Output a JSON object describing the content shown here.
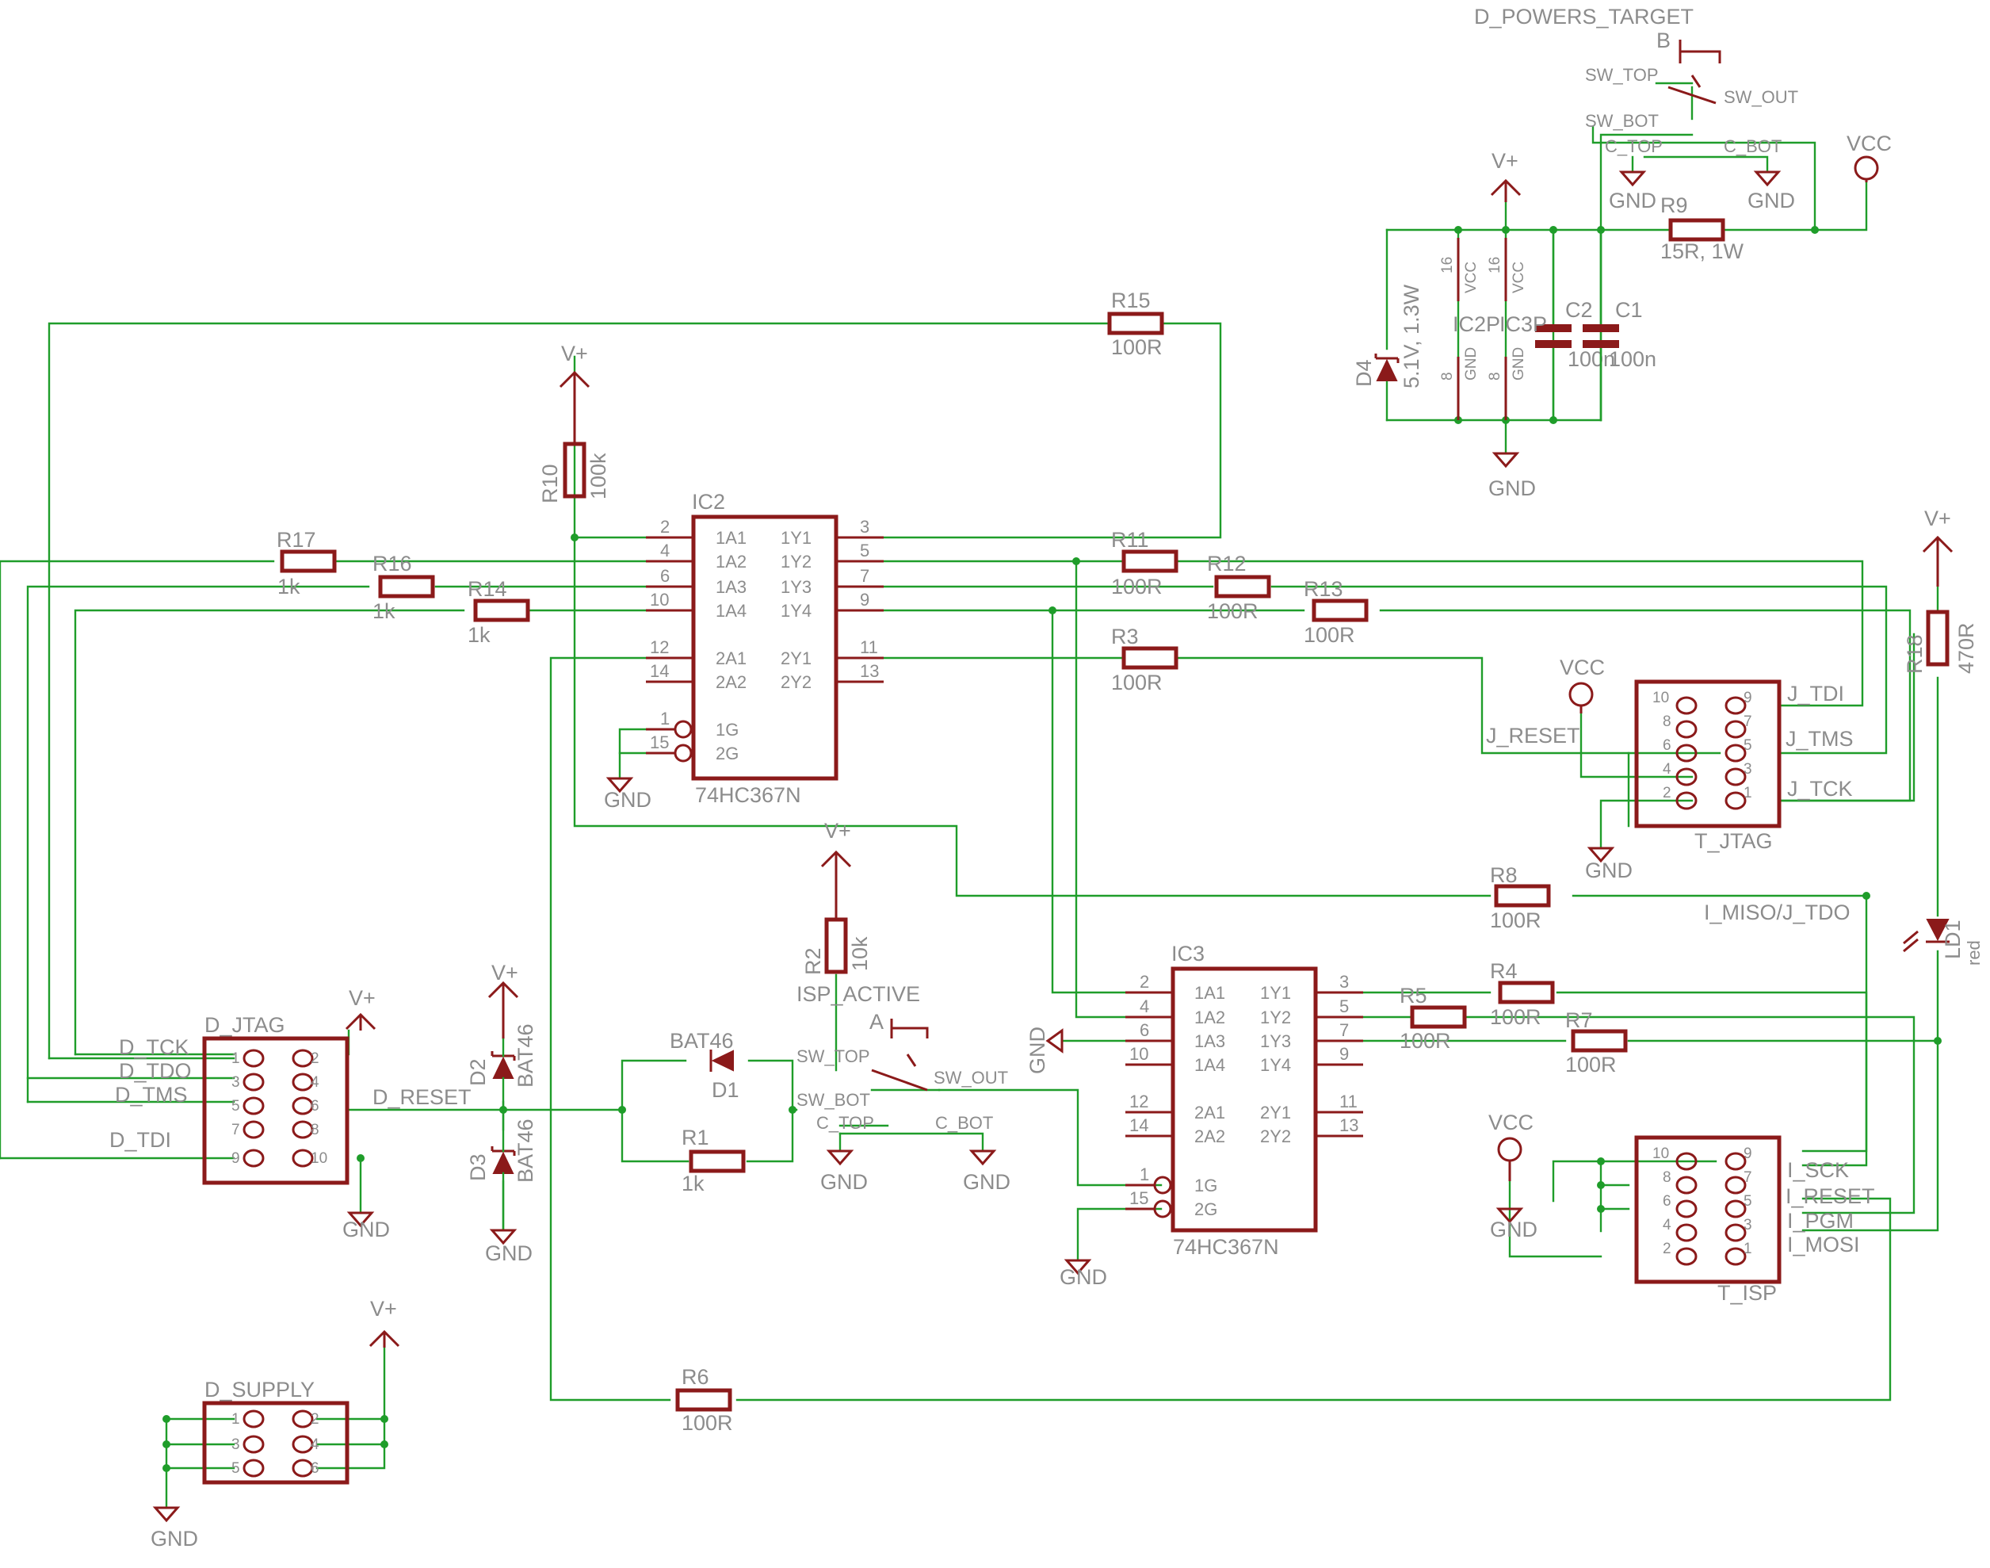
{
  "colors": {
    "wire": "#1f9d2a",
    "symbol": "#8b1a1a",
    "text": "#8c8c8c",
    "background": "#ffffff"
  },
  "supplies": {
    "vplus": "V+",
    "gnd": "GND",
    "vcc": "VCC"
  },
  "nets": {
    "d_powers_target": "D_POWERS_TARGET",
    "sw_top": "SW_TOP",
    "sw_bot": "SW_BOT",
    "sw_out": "SW_OUT",
    "c_top": "C_TOP",
    "c_bot": "C_BOT",
    "j_tdi": "J_TDI",
    "j_tms": "J_TMS",
    "j_tck": "J_TCK",
    "j_reset": "J_RESET",
    "i_miso_j_tdo": "I_MISO/J_TDO",
    "isp_active": "ISP_ACTIVE",
    "d_tck": "D_TCK",
    "d_tdo": "D_TDO",
    "d_tms": "D_TMS",
    "d_tdi": "D_TDI",
    "d_reset": "D_RESET",
    "i_sck": "I_SCK",
    "i_reset": "I_RESET",
    "i_pgm": "I_PGM",
    "i_mosi": "I_MOSI"
  },
  "switches": {
    "b": "B",
    "a": "A"
  },
  "ics": {
    "ic2": {
      "name": "IC2",
      "part": "74HC367N",
      "pwr_name": "IC2P"
    },
    "ic3": {
      "name": "IC3",
      "part": "74HC367N",
      "pwr_name": "IC3P"
    },
    "pins_left": [
      {
        "n": "2",
        "l": "1A1"
      },
      {
        "n": "4",
        "l": "1A2"
      },
      {
        "n": "6",
        "l": "1A3"
      },
      {
        "n": "10",
        "l": "1A4"
      },
      {
        "n": "12",
        "l": "2A1"
      },
      {
        "n": "14",
        "l": "2A2"
      },
      {
        "n": "1",
        "l": "1G"
      },
      {
        "n": "15",
        "l": "2G"
      }
    ],
    "pins_right": [
      {
        "n": "3",
        "l": "1Y1"
      },
      {
        "n": "5",
        "l": "1Y2"
      },
      {
        "n": "7",
        "l": "1Y3"
      },
      {
        "n": "9",
        "l": "1Y4"
      },
      {
        "n": "11",
        "l": "2Y1"
      },
      {
        "n": "13",
        "l": "2Y2"
      }
    ],
    "pwr_pins": {
      "vcc_n": "16",
      "vcc_l": "VCC",
      "gnd_n": "8",
      "gnd_l": "GND"
    }
  },
  "connectors": {
    "d_jtag": {
      "name": "D_JTAG",
      "pins": [
        "1",
        "2",
        "3",
        "4",
        "5",
        "6",
        "7",
        "8",
        "9",
        "10"
      ]
    },
    "d_supply": {
      "name": "D_SUPPLY",
      "pins": [
        "1",
        "2",
        "3",
        "4",
        "5",
        "6"
      ]
    },
    "t_jtag": {
      "name": "T_JTAG",
      "pins": [
        "10",
        "9",
        "8",
        "7",
        "6",
        "5",
        "4",
        "3",
        "2",
        "1"
      ]
    },
    "t_isp": {
      "name": "T_ISP",
      "pins": [
        "10",
        "9",
        "8",
        "7",
        "6",
        "5",
        "4",
        "3",
        "2",
        "1"
      ]
    }
  },
  "resistors": [
    {
      "name": "R15",
      "value": "100R"
    },
    {
      "name": "R10",
      "value": "100k"
    },
    {
      "name": "R17",
      "value": "1k"
    },
    {
      "name": "R16",
      "value": "1k"
    },
    {
      "name": "R14",
      "value": "1k"
    },
    {
      "name": "R11",
      "value": "100R"
    },
    {
      "name": "R12",
      "value": "100R"
    },
    {
      "name": "R13",
      "value": "100R"
    },
    {
      "name": "R3",
      "value": "100R"
    },
    {
      "name": "R18",
      "value": "470R"
    },
    {
      "name": "R8",
      "value": "100R"
    },
    {
      "name": "R2",
      "value": "10k"
    },
    {
      "name": "R4",
      "value": "100R"
    },
    {
      "name": "R5",
      "value": "100R"
    },
    {
      "name": "R7",
      "value": "100R"
    },
    {
      "name": "R1",
      "value": "1k"
    },
    {
      "name": "R6",
      "value": "100R"
    },
    {
      "name": "R9",
      "value": "15R, 1W"
    }
  ],
  "capacitors": [
    {
      "name": "C2",
      "value": "100n"
    },
    {
      "name": "C1",
      "value": "100n"
    }
  ],
  "diodes": [
    {
      "name": "D4",
      "value": "5.1V, 1.3W"
    },
    {
      "name": "D1",
      "value": "BAT46"
    },
    {
      "name": "D2",
      "value": "BAT46"
    },
    {
      "name": "D3",
      "value": "BAT46"
    }
  ],
  "led": {
    "name": "LD1",
    "value": "red"
  }
}
